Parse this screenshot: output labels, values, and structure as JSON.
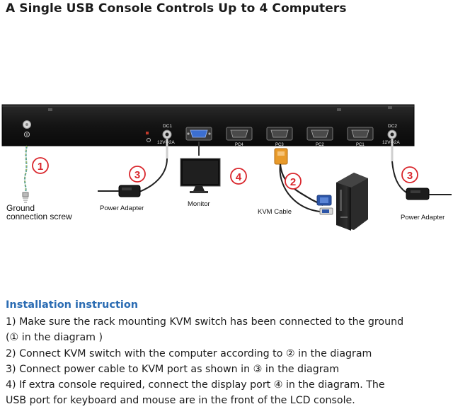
{
  "title": "A Single USB Console Controls Up to 4 Computers",
  "diagram": {
    "device_labels": {
      "dc1": "DC1",
      "dc1_spec": "12V⎓2A",
      "dc2": "DC2",
      "dc2_spec": "12V⎓2A",
      "pc4": "PC4",
      "pc3": "PC3",
      "pc2": "PC2",
      "pc1": "PC1"
    },
    "callouts": [
      "1",
      "2",
      "3",
      "3",
      "4"
    ],
    "labels": {
      "ground_line1": "Ground",
      "ground_line2": "connection screw",
      "power_adapter_left": "Power Adapter",
      "monitor": "Monitor",
      "kvm_cable": "KVM Cable",
      "power_adapter_right": "Power Adapter"
    },
    "colors": {
      "callout_red": "#d9262c",
      "ground_wire": "#5aa39a",
      "kvm_connector": "#e89a2a",
      "vga_blue": "#2c55a8"
    }
  },
  "instructions": {
    "heading": "Installation instruction",
    "lines": [
      "1) Make sure the rack mounting KVM switch has been connected to the ground",
      "(① in the diagram )",
      "2) Connect KVM switch with the computer according to ② in the diagram",
      "3) Connect power cable to KVM port as shown in ③ in the diagram",
      "4) If extra console required, connect the display port ④ in the diagram. The",
      "USB port for keyboard and mouse are in the front of the LCD console."
    ]
  }
}
